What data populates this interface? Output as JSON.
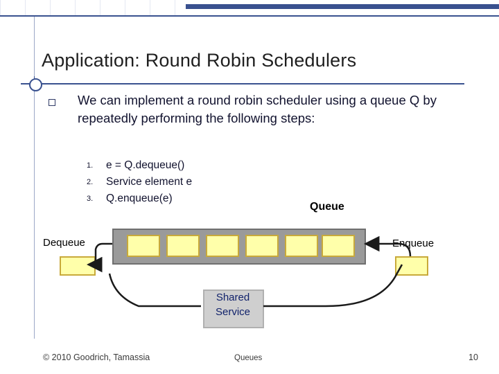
{
  "slide": {
    "title": "Application: Round Robin Schedulers",
    "bullet": "We can implement a round robin scheduler using a queue Q by repeatedly performing the following steps:",
    "steps": [
      {
        "num": "1.",
        "text": "e = Q.dequeue()"
      },
      {
        "num": "2.",
        "text": "Service element e"
      },
      {
        "num": "3.",
        "text": "Q.enqueue(e)"
      }
    ],
    "diagram": {
      "queue_label": "Queue",
      "dequeue_label": "Dequeue",
      "enqueue_label": "Enqueue",
      "shared_line1": "Shared",
      "shared_line2": "Service",
      "cell_count": 6
    },
    "footer": {
      "copyright": "© 2010 Goodrich, Tamassia",
      "center": "Queues",
      "page": "10"
    },
    "colors": {
      "accent": "#39518f",
      "cell_fill": "#ffffaa",
      "cell_border": "#c8a93a",
      "queue_fill": "#9a9a9a",
      "shared_text": "#11226b"
    }
  }
}
